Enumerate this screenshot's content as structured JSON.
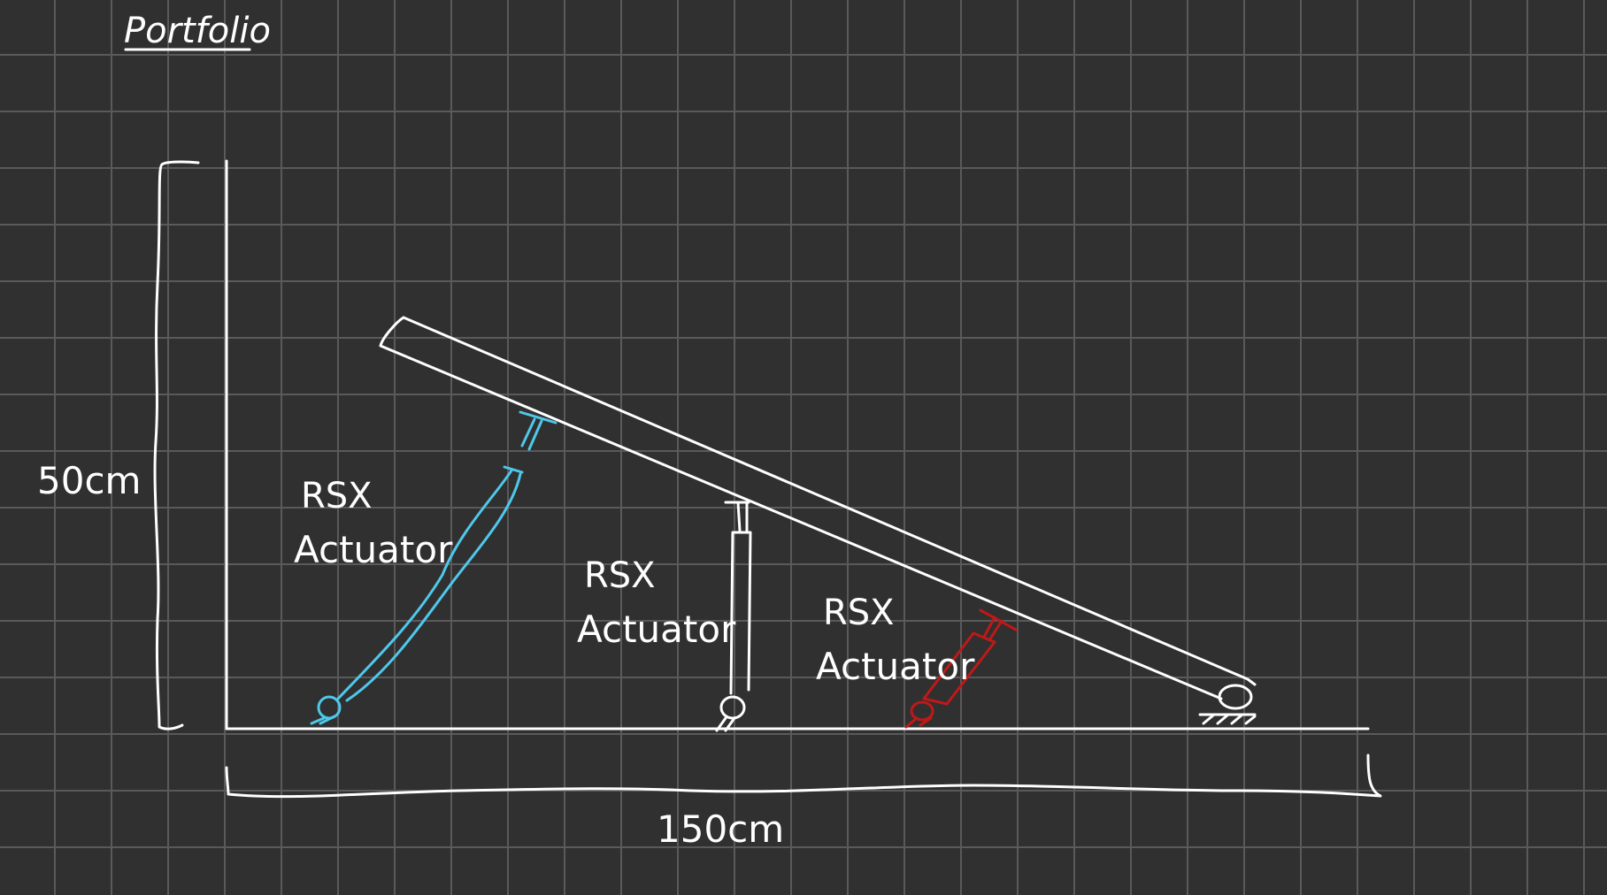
{
  "title": "Portfolio",
  "dimensions": {
    "height_label": "50cm",
    "width_label": "150cm"
  },
  "actuators": [
    {
      "label_line1": "RSX",
      "label_line2": "Actuator",
      "color": "#4fc8ea"
    },
    {
      "label_line1": "RSX",
      "label_line2": "Actuator",
      "color": "#ffffff"
    },
    {
      "label_line1": "RSX",
      "label_line2": "Actuator",
      "color": "#c01818"
    }
  ],
  "colors": {
    "background": "#303030",
    "grid": "#5a5a5a",
    "ink": "#ffffff"
  }
}
